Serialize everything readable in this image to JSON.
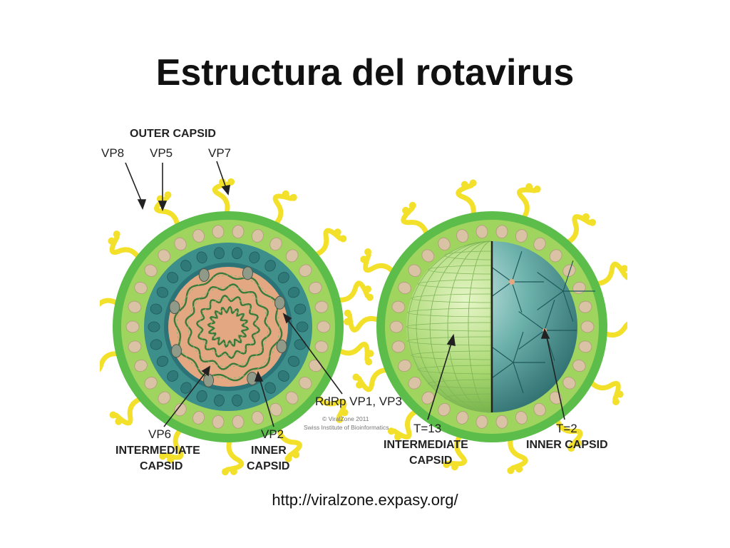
{
  "title": "Estructura del rotavirus",
  "source_url": "http://viralzone.expasy.org/",
  "left_virus": {
    "labels": {
      "outer_capsid": "OUTER CAPSID",
      "vp8": "VP8",
      "vp5": "VP5",
      "vp7": "VP7",
      "rdrp": "RdRp VP1, VP3",
      "vp6": "VP6",
      "vp6_caption_1": "INTERMEDIATE",
      "vp6_caption_2": "CAPSID",
      "vp2": "VP2",
      "vp2_caption_1": "INNER",
      "vp2_caption_2": "CAPSID"
    }
  },
  "right_virus": {
    "labels": {
      "t13": "T=13",
      "t13_caption_1": "INTERMEDIATE",
      "t13_caption_2": "CAPSID",
      "t2": "T=2",
      "t2_caption": "INNER CAPSID"
    }
  },
  "credit": {
    "line1": "© ViralZone 2011",
    "line2": "Swiss Institute of Bioinformatics"
  },
  "colors": {
    "outer_green": "#5cbd4a",
    "light_green": "#9fd45e",
    "beige": "#d9c3a4",
    "teal": "#3d8f8c",
    "core": "#e3a882",
    "spike": "#f3e02a",
    "rna": "#3c7a3c"
  }
}
